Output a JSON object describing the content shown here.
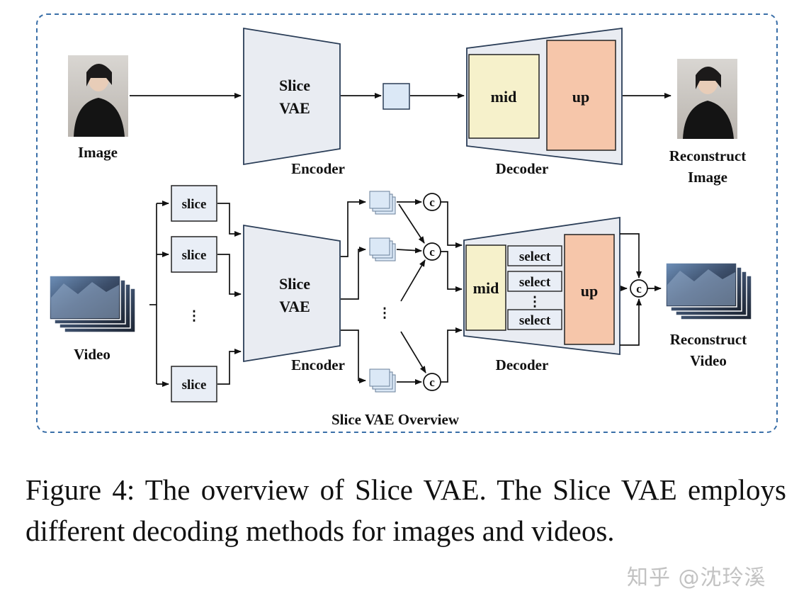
{
  "diagram": {
    "overview_title": "Slice VAE Overview",
    "image_row": {
      "input_label": "Image",
      "vae_line1": "Slice",
      "vae_line2": "VAE",
      "encoder_label": "Encoder",
      "decoder_label": "Decoder",
      "mid_label": "mid",
      "up_label": "up",
      "output_line1": "Reconstruct",
      "output_line2": "Image"
    },
    "video_row": {
      "input_label": "Video",
      "slices": [
        "slice",
        "slice",
        "slice"
      ],
      "slice_ellipsis": "⋮",
      "vae_line1": "Slice",
      "vae_line2": "VAE",
      "encoder_label": "Encoder",
      "latent_ellipsis": "⋮",
      "concat_symbol": "c",
      "decoder_label": "Decoder",
      "mid_label": "mid",
      "selects": [
        "select",
        "select",
        "select"
      ],
      "select_ellipsis": "⋮",
      "up_label": "up",
      "output_line1": "Reconstruct",
      "output_line2": "Video"
    },
    "colors": {
      "border": "#3a6fa8",
      "vae_fill": "#e9ecf2",
      "latent_fill": "#dbe8f6",
      "slice_fill": "#e9eef6",
      "mid_fill": "#f6f1cb",
      "up_fill": "#f6c6aa"
    }
  },
  "caption": "Figure 4: The overview of Slice VAE. The Slice VAE employs different decoding methods for images and videos.",
  "watermark": "知乎 @沈玲溪"
}
